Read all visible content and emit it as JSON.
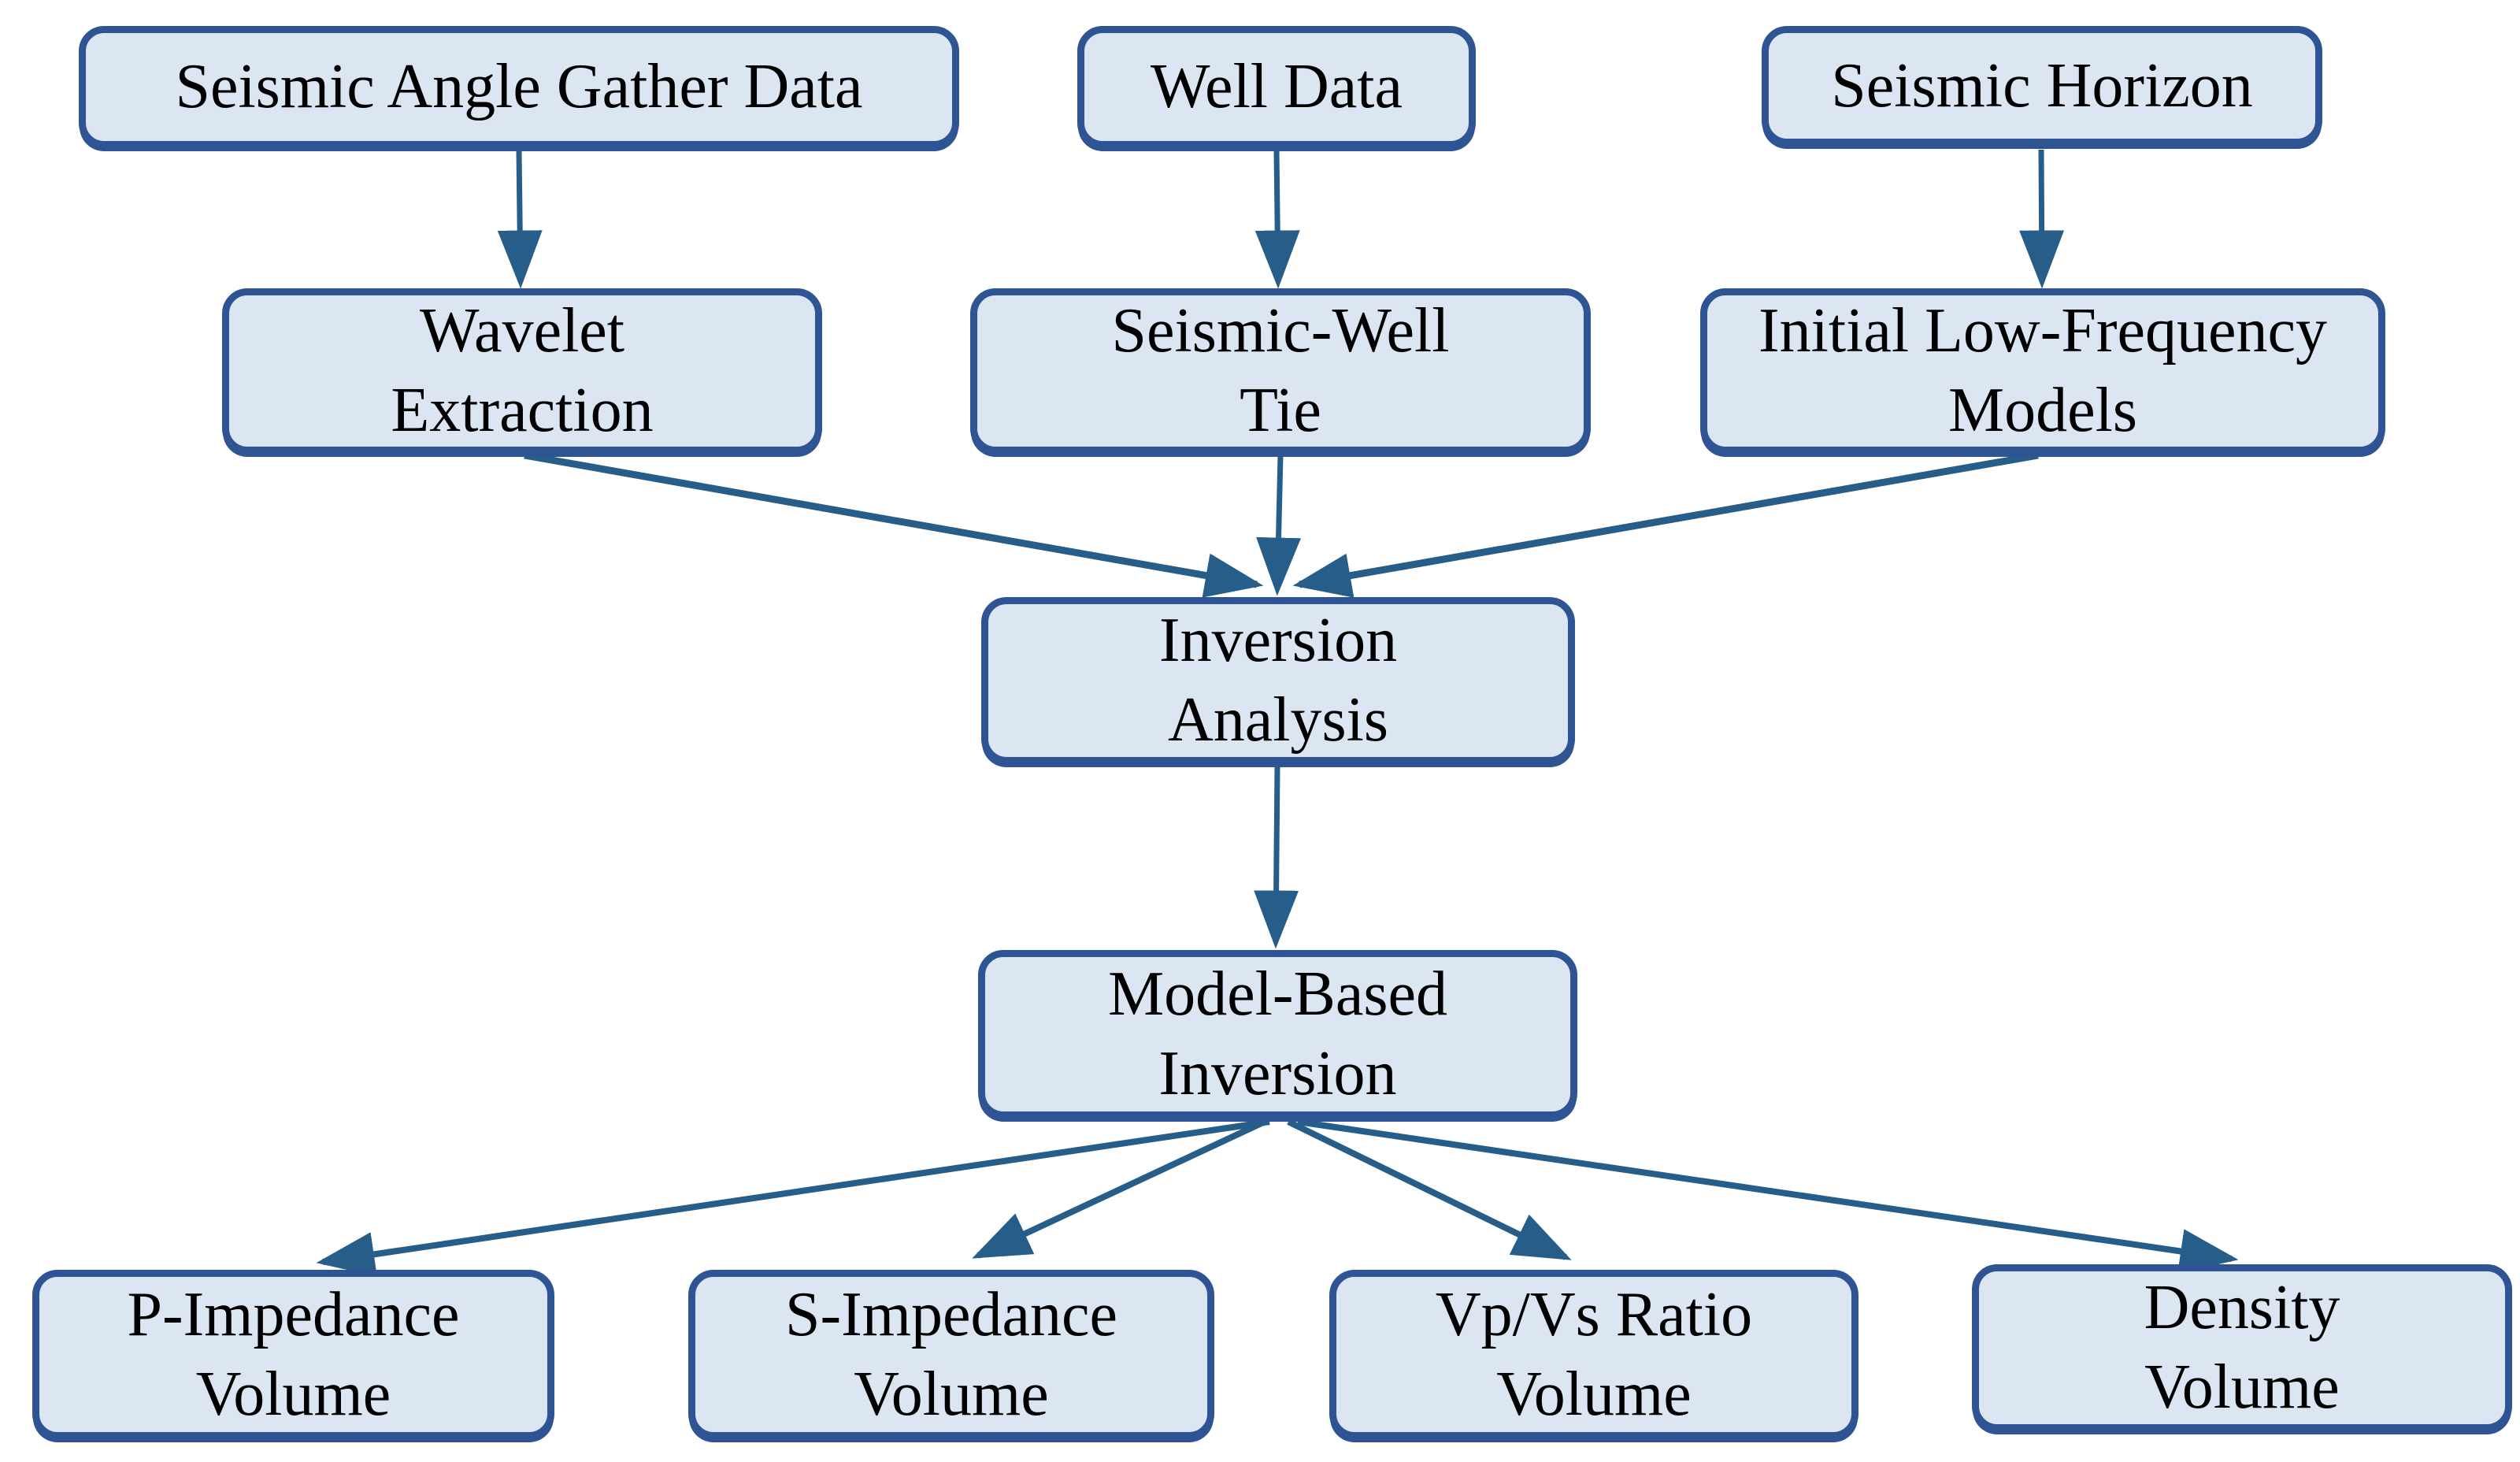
{
  "colors": {
    "background": "#ffffff",
    "box-fill": "#dce6f2",
    "box-border": "#2e5494",
    "arrow": "#265d89",
    "text-color": "#000000"
  },
  "diagram": {
    "type": "flowchart",
    "nodes": [
      {
        "id": "seismic-angle-gather-data",
        "label": "Seismic Angle Gather Data"
      },
      {
        "id": "well-data",
        "label": "Well Data"
      },
      {
        "id": "seismic-horizon",
        "label": "Seismic Horizon"
      },
      {
        "id": "wavelet-extraction",
        "label": "Wavelet\nExtraction"
      },
      {
        "id": "seismic-well-tie",
        "label": "Seismic-Well\nTie"
      },
      {
        "id": "initial-low-frequency-models",
        "label": "Initial Low-Frequency\nModels"
      },
      {
        "id": "inversion-analysis",
        "label": "Inversion\nAnalysis"
      },
      {
        "id": "model-based-inversion",
        "label": "Model-Based\nInversion"
      },
      {
        "id": "p-impedance-volume",
        "label": "P-Impedance\nVolume"
      },
      {
        "id": "s-impedance-volume",
        "label": "S-Impedance\nVolume"
      },
      {
        "id": "vpvs-ratio-volume",
        "label": "Vp/Vs Ratio\nVolume"
      },
      {
        "id": "density-volume",
        "label": "Density\nVolume"
      }
    ],
    "edges": [
      {
        "from": "seismic-angle-gather-data",
        "to": "wavelet-extraction"
      },
      {
        "from": "well-data",
        "to": "seismic-well-tie"
      },
      {
        "from": "seismic-horizon",
        "to": "initial-low-frequency-models"
      },
      {
        "from": "wavelet-extraction",
        "to": "inversion-analysis"
      },
      {
        "from": "seismic-well-tie",
        "to": "inversion-analysis"
      },
      {
        "from": "initial-low-frequency-models",
        "to": "inversion-analysis"
      },
      {
        "from": "inversion-analysis",
        "to": "model-based-inversion"
      },
      {
        "from": "model-based-inversion",
        "to": "p-impedance-volume"
      },
      {
        "from": "model-based-inversion",
        "to": "s-impedance-volume"
      },
      {
        "from": "model-based-inversion",
        "to": "vpvs-ratio-volume"
      },
      {
        "from": "model-based-inversion",
        "to": "density-volume"
      }
    ]
  }
}
